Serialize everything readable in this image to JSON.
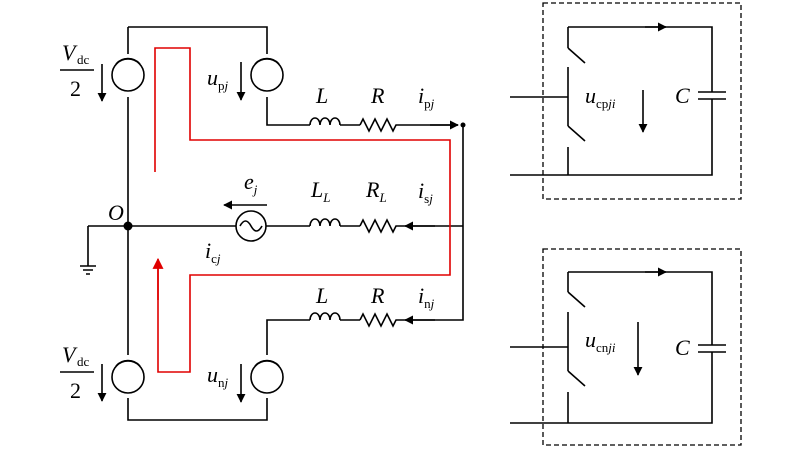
{
  "labels": {
    "vdc_num": "V",
    "vdc_sub": "dc",
    "vdc_den": "2",
    "upj_main": "u",
    "upj_sub1": "p",
    "upj_sub2": "j",
    "unj_main": "u",
    "unj_sub1": "n",
    "unj_sub2": "j",
    "L": "L",
    "R": "R",
    "LL_main": "L",
    "LL_sub": "L",
    "RL_main": "R",
    "RL_sub": "L",
    "ej_main": "e",
    "ej_sub": "j",
    "O": "O",
    "ipj_main": "i",
    "ipj_sub1": "p",
    "ipj_sub2": "j",
    "isj_main": "i",
    "isj_sub1": "s",
    "isj_sub2": "j",
    "inj_main": "i",
    "inj_sub1": "n",
    "inj_sub2": "j",
    "icj_main": "i",
    "icj_sub1": "c",
    "icj_sub2": "j",
    "ucpji_main": "u",
    "ucpji_sub1": "cp",
    "ucpji_sub2": "ji",
    "ucnji_main": "u",
    "ucnji_sub1": "cn",
    "ucnji_sub2": "ji",
    "C": "C"
  },
  "colors": {
    "wire": "#000000",
    "current_path": "#e00000"
  }
}
